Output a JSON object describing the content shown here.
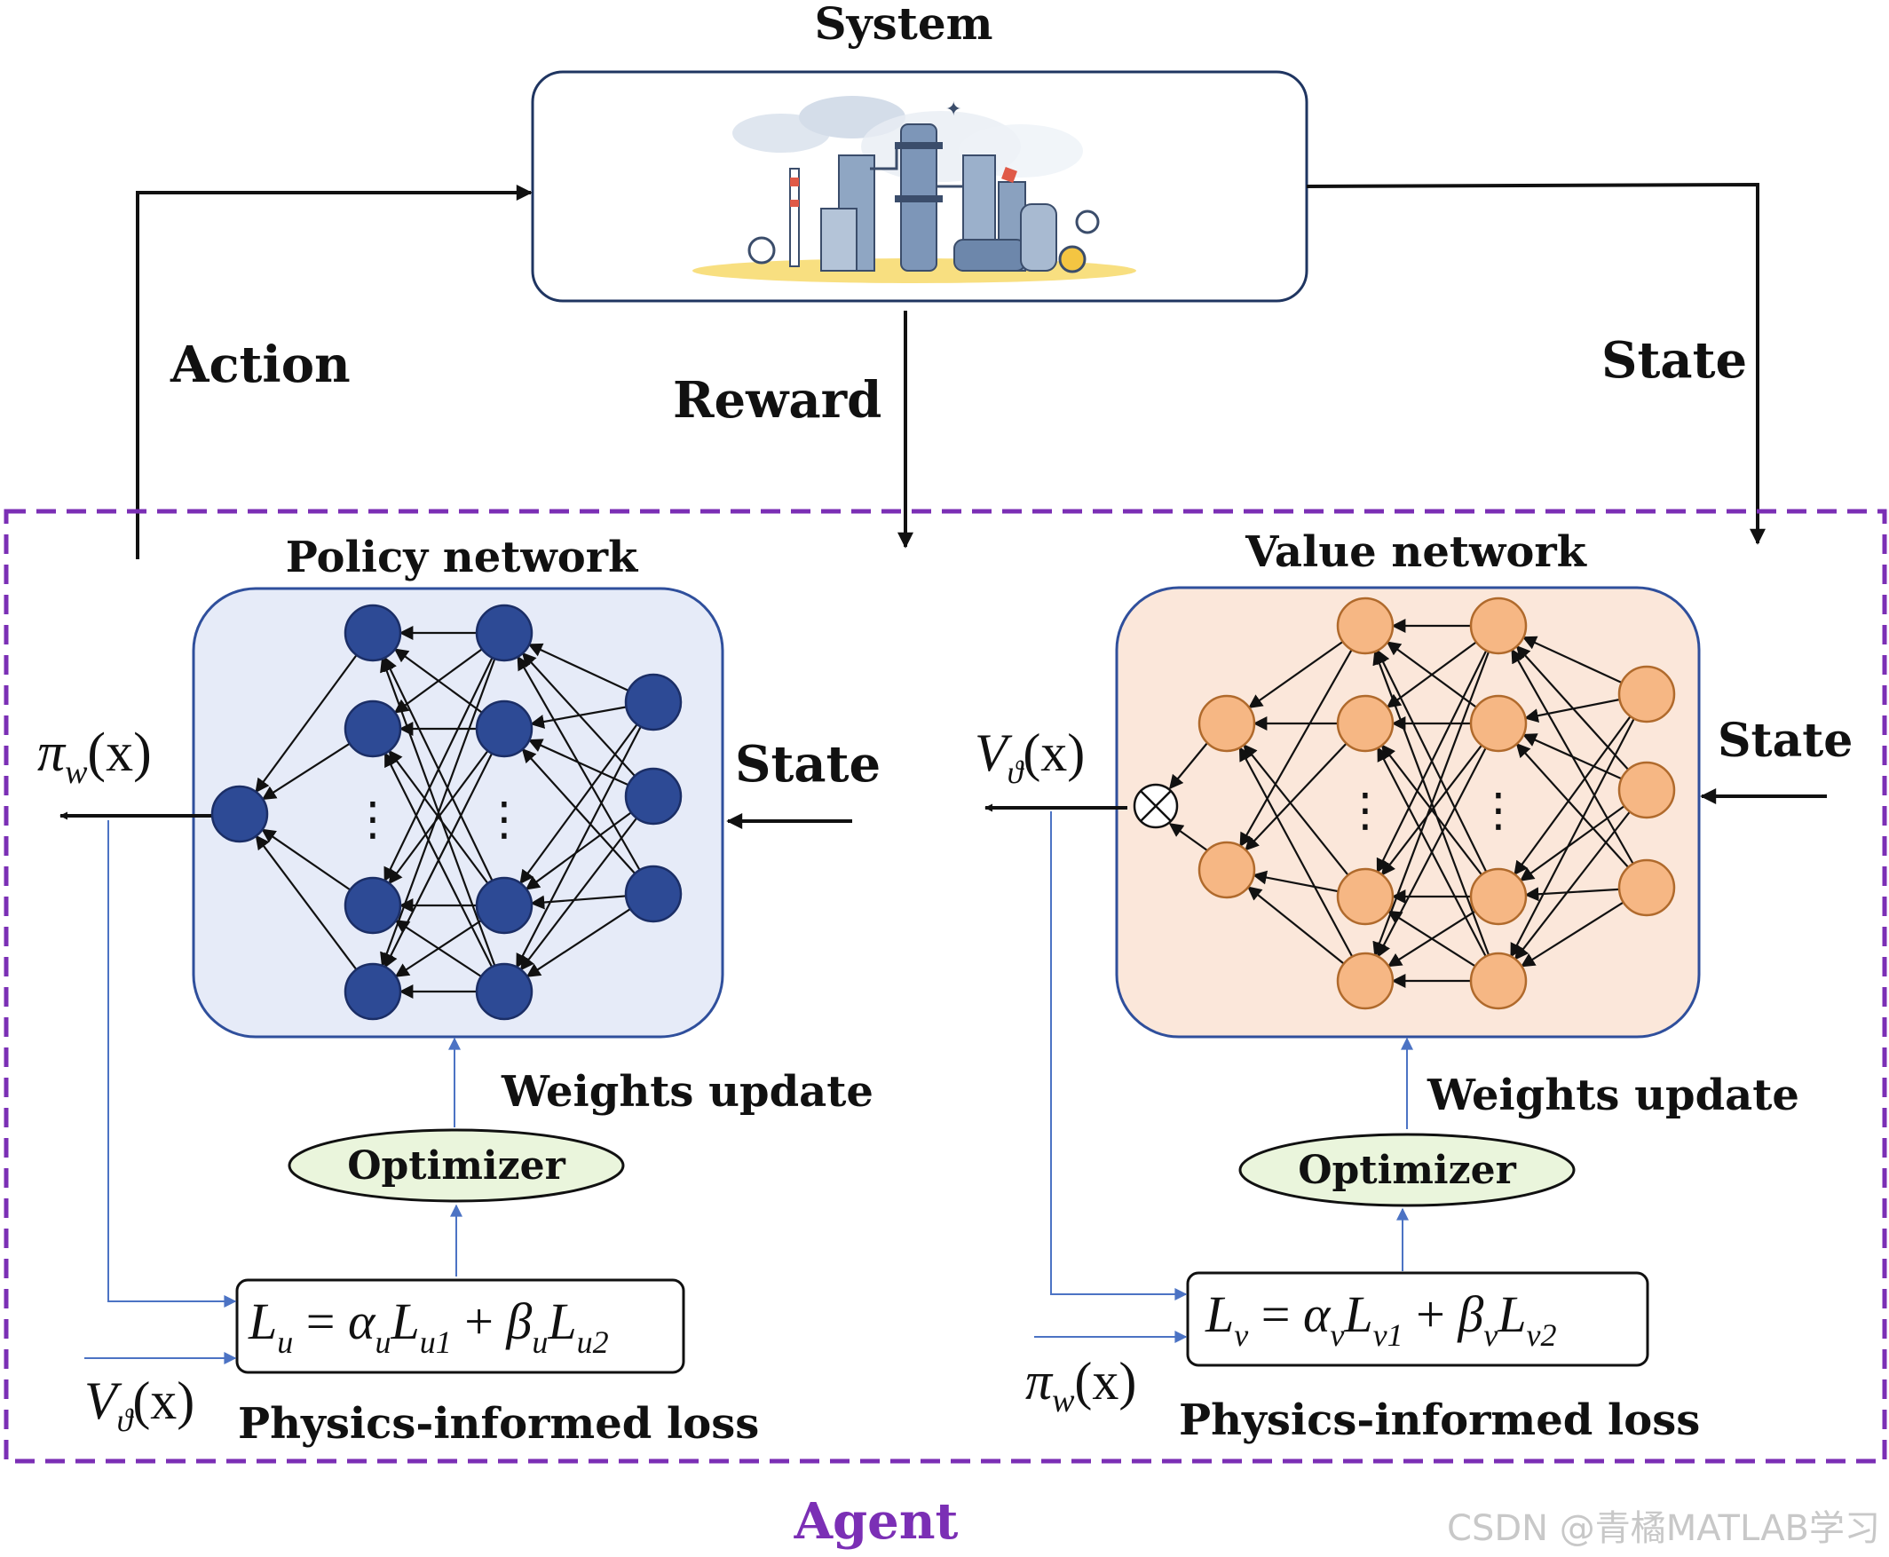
{
  "labels": {
    "system": "System",
    "action": "Action",
    "reward": "Reward",
    "state_top": "State",
    "policy_network": "Policy network",
    "value_network": "Value network",
    "state_policy": "State",
    "state_value": "State",
    "weights_update_policy": "Weights update",
    "weights_update_value": "Weights update",
    "optimizer_policy": "Optimizer",
    "optimizer_value": "Optimizer",
    "physics_loss_policy": "Physics-informed loss",
    "physics_loss_value": "Physics-informed loss",
    "agent": "Agent"
  },
  "math": {
    "pi_symbol": "π",
    "pi_sub": "w",
    "v_symbol": "V",
    "v_sub": "ϑ",
    "x_arg": "(x)",
    "loss_u": {
      "L": "L",
      "sub": "u",
      "eq": " = ",
      "alpha": "α",
      "L1": "L",
      "sub1": "u1",
      "plus": " + ",
      "beta": "β",
      "L2": "L",
      "sub2": "u2"
    },
    "loss_v": {
      "L": "L",
      "sub": "v",
      "eq": " = ",
      "alpha": "α",
      "L1": "L",
      "sub1": "v1",
      "plus": " + ",
      "beta": "β",
      "L2": "L",
      "sub2": "v2"
    },
    "ellipsis": "⋮",
    "multiply": "⊗"
  },
  "colors": {
    "agent_border": "#7b2fb5",
    "agent_text": "#7b2fb5",
    "policy_fill": "#e6ebf8",
    "policy_border": "#2f4f9c",
    "policy_node": "#2d4a95",
    "policy_node_stroke": "#1b2e66",
    "value_fill": "#fbe7da",
    "value_border": "#2f4f9c",
    "value_node": "#f6b784",
    "value_node_stroke": "#b06a2c",
    "optimizer_fill": "#eaf5dc",
    "blue_line": "#4c73c4",
    "watermark": "#c8c8c8"
  },
  "icons": {
    "system_illustration": "factory-icon"
  },
  "watermark": "CSDN @青橘MATLAB学习"
}
